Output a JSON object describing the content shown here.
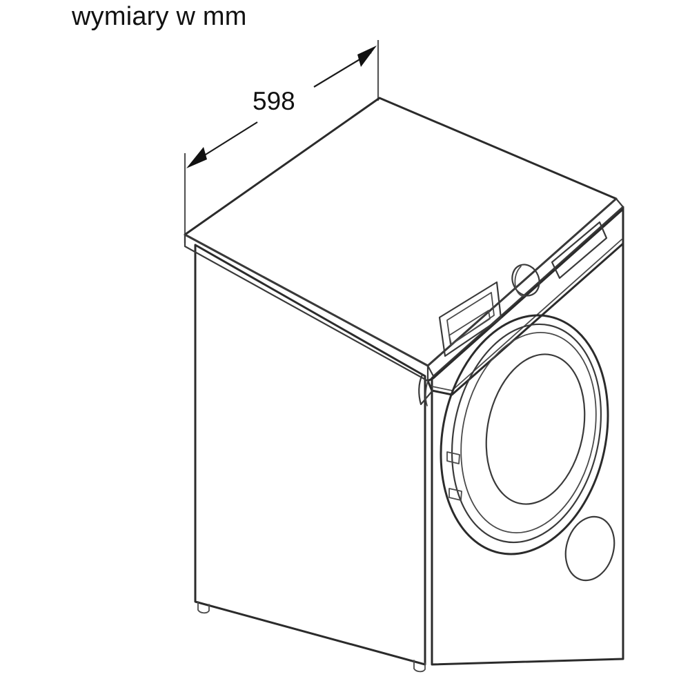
{
  "page": {
    "title": "wymiary w mm",
    "background_color": "#ffffff",
    "line_color": "#2b2b2b"
  },
  "caption": {
    "text": "wymiary w mm"
  },
  "dimension": {
    "value": "598",
    "unit": "mm",
    "measures": "width",
    "arrow_style": "double-headed",
    "label_text": "598"
  },
  "product": {
    "type": "front-load washing machine",
    "view": "isometric / three-quarter",
    "parts": [
      {
        "name": "top-panel",
        "label": "top panel"
      },
      {
        "name": "left-side-panel",
        "label": "left side panel"
      },
      {
        "name": "front-panel",
        "label": "front panel"
      },
      {
        "name": "control-panel",
        "label": "control panel"
      },
      {
        "name": "detergent-drawer",
        "label": "detergent drawer"
      },
      {
        "name": "control-knob",
        "label": "program selector knob"
      },
      {
        "name": "display-panel",
        "label": "display"
      },
      {
        "name": "door",
        "label": "porthole door"
      },
      {
        "name": "door-glass",
        "label": "door glass"
      },
      {
        "name": "door-hinge",
        "label": "door hinge tabs"
      },
      {
        "name": "filter-cover",
        "label": "pump filter cover"
      },
      {
        "name": "foot-front-left",
        "label": "front left foot"
      },
      {
        "name": "foot-front-right",
        "label": "front right foot"
      }
    ]
  }
}
